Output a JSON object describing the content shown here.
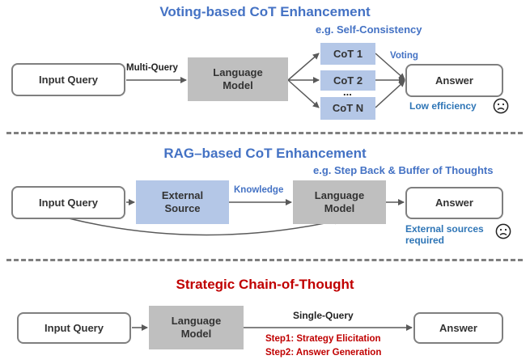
{
  "colors": {
    "blue": "#4472c4",
    "dark_red": "#c00000",
    "gray_box": "#bfbfbf",
    "blue_box": "#b4c7e7",
    "border": "#7f7f7f"
  },
  "section1": {
    "title": "Voting-based CoT Enhancement",
    "example": "e.g. Self-Consistency",
    "input": "Input Query",
    "edge_label": "Multi-Query",
    "model": "Language\nModel",
    "cot1": "CoT 1",
    "cot2": "CoT 2",
    "ellipsis": "...",
    "cotn": "CoT N",
    "voting": "Voting",
    "answer": "Answer",
    "note": "Low efficiency",
    "face_icon": "sad-face-icon"
  },
  "section2": {
    "title": "RAG–based CoT Enhancement",
    "example": "e.g. Step Back & Buffer of Thoughts",
    "input": "Input Query",
    "source": "External\nSource",
    "edge_label": "Knowledge",
    "model": "Language\nModel",
    "answer": "Answer",
    "note": "External sources\nrequired",
    "face_icon": "sad-face-icon"
  },
  "section3": {
    "title": "Strategic Chain-of-Thought",
    "input": "Input Query",
    "model": "Language\nModel",
    "edge_label": "Single-Query",
    "step1": "Step1: Strategy Elicitation",
    "step2": "Step2: Answer Generation",
    "answer": "Answer"
  }
}
